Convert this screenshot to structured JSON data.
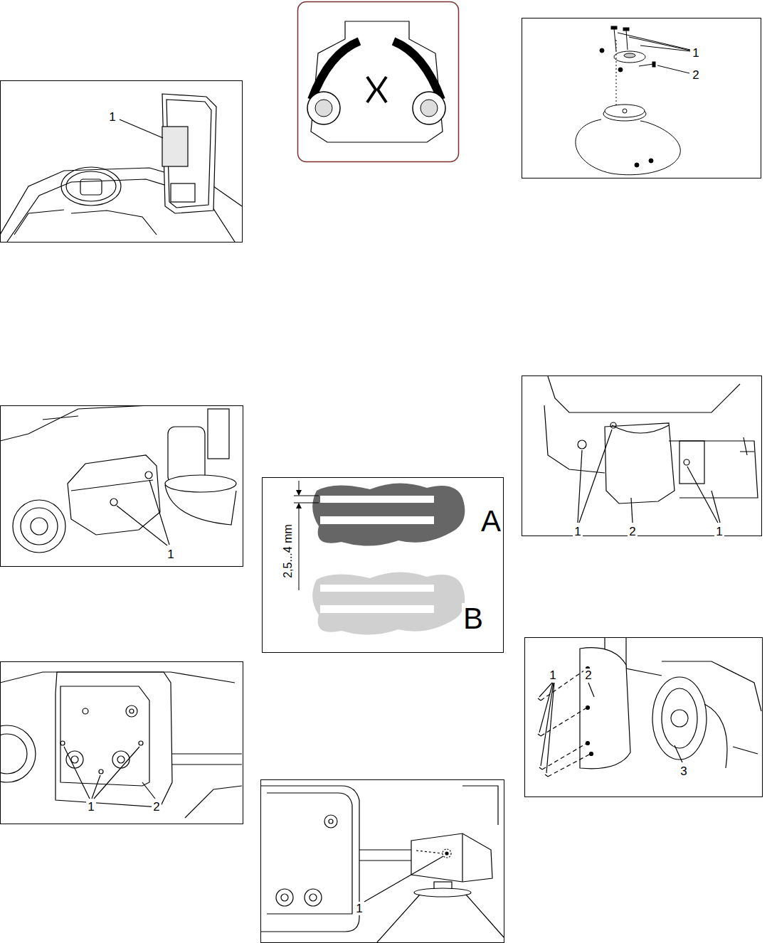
{
  "diagram": {
    "labels": [
      "1",
      "1",
      "2",
      "1",
      "2,5...4 mm",
      "A",
      "B",
      "1",
      "2",
      "1",
      "1",
      "2",
      "1",
      "2",
      "3",
      "1"
    ]
  }
}
